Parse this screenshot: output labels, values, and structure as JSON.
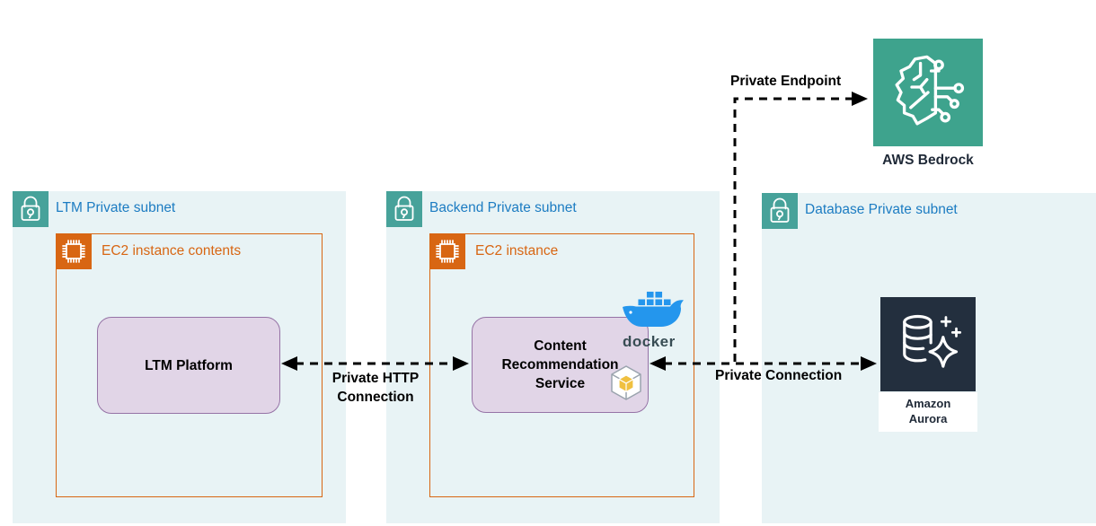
{
  "colors": {
    "subnet_fill": "#E8F3F5",
    "subnet_label": "#1C7CC2",
    "lock_teal": "#47A29A",
    "ec2_orange": "#D86613",
    "node_purple_fill": "#E1D5E7",
    "node_purple_border": "#9673A6",
    "bedrock_teal": "#3EA38D",
    "aurora_navy": "#232F3E",
    "docker_blue": "#2496ED",
    "docker_text": "#384D54",
    "label_dark": "#1F2937",
    "cube_yellow": "#F0C040",
    "arrow_black": "#000000"
  },
  "subnets": [
    {
      "label": "LTM Private subnet"
    },
    {
      "label": "Backend Private subnet"
    },
    {
      "label": "Database Private subnet"
    }
  ],
  "ec2_groups": [
    {
      "label": "EC2 instance contents"
    },
    {
      "label": "EC2 instance"
    }
  ],
  "nodes": {
    "ltm_platform": {
      "label": "LTM Platform"
    },
    "content_service": {
      "lines": [
        "Content",
        "Recommendation",
        "Service"
      ]
    },
    "bedrock": {
      "label": "AWS Bedrock"
    },
    "aurora": {
      "lines": [
        "Amazon",
        "Aurora"
      ]
    },
    "docker": {
      "wordmark": "docker"
    }
  },
  "connections": {
    "private_endpoint": {
      "label": "Private Endpoint"
    },
    "private_http": {
      "lines": [
        "Private HTTP",
        "Connection"
      ]
    },
    "private_connection": {
      "label": "Private Connection"
    }
  }
}
